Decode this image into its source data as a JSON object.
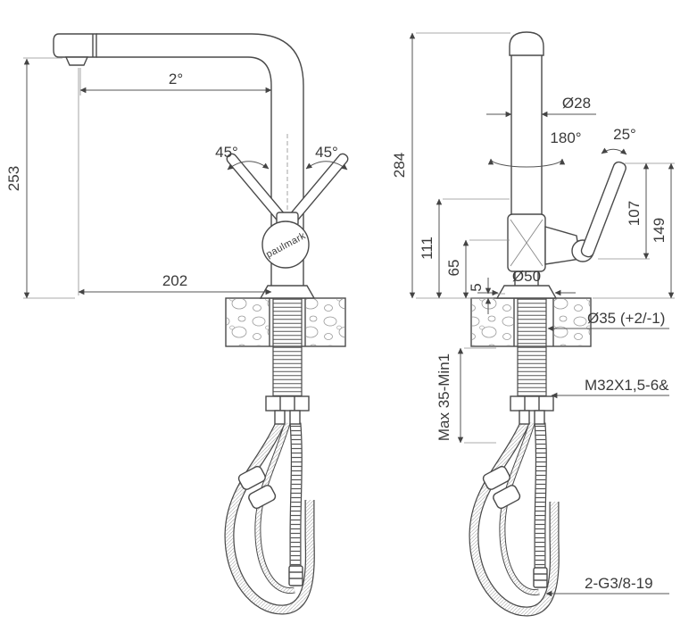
{
  "brand": {
    "logo": "paulmark"
  },
  "colors": {
    "line": "#4a4a4a",
    "dim_text": "#3a3a3a"
  },
  "left_view": {
    "spout_angle": "2°",
    "height": "253",
    "lever_left": "45°",
    "lever_right": "45°",
    "reach": "202"
  },
  "right_view": {
    "total_height": "284",
    "body_diameter": "Ø28",
    "swivel_angle": "180°",
    "handle_tilt": "25°",
    "outlet_height": "111",
    "junction_height": "65",
    "flange_height": "5",
    "base_diameter": "Ø50",
    "handle_length": "107",
    "handle_top_height": "149",
    "hole_diameter": "Ø35 (+2/-1)",
    "mounting_thickness": "Max 35-Min1",
    "mounting_thread": "M32X1,5-6&",
    "hose_thread": "2-G3/8-19"
  }
}
